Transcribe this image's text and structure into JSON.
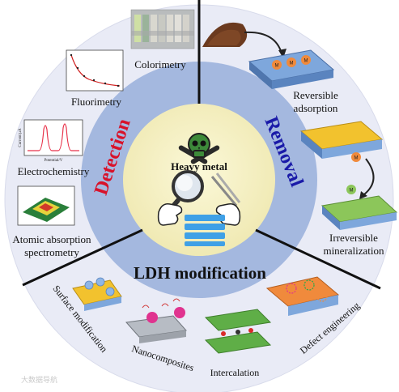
{
  "center": {
    "title": "Heavy metal"
  },
  "ring": {
    "detection": "Detection",
    "removal": "Removal",
    "modification": "LDH modification"
  },
  "detection_methods": {
    "colorimetry": "Colorimetry",
    "fluorimetry": "Fluorimetry",
    "electrochemistry": "Electrochemistry",
    "aas_line1": "Atomic absorption",
    "aas_line2": "spectrometry"
  },
  "removal_methods": {
    "reversible_line1": "Reversible",
    "reversible_line2": "adsorption",
    "irreversible_line1": "Irreversible",
    "irreversible_line2": "mineralization",
    "ion_label": "M"
  },
  "modification_methods": {
    "surface": "Surface modification",
    "nanocomposites": "Nanocomposites",
    "intercalation": "Intercalation",
    "defect": "Defect engineering"
  },
  "mini_plots": {
    "electro_ylabel": "Current/µA",
    "electro_xlabel": "Potential/V"
  },
  "watermark": "大数据导航",
  "colors": {
    "outer_ring": "#e6e8f4",
    "middle_ring": "#9fb5dd",
    "inner_disc": "#f4efbf",
    "detection_text": "#d8122a",
    "removal_text": "#1a1aa8",
    "modification_text": "#111111",
    "hex_blue": "#6d9bd6",
    "hex_yellow": "#f2c22e",
    "hex_green": "#8cc65a",
    "hex_orange": "#f08a3c",
    "pink_ion": "#e0338f"
  }
}
